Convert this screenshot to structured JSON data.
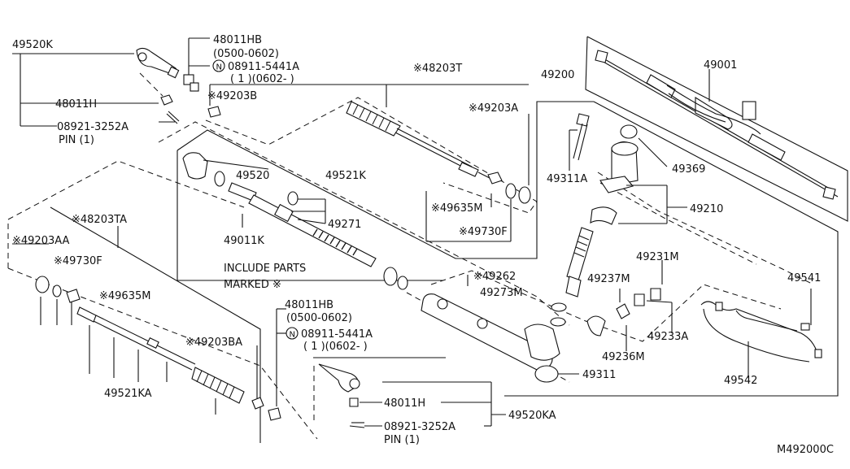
{
  "figure_code": "M492000C",
  "labels": {
    "p49520K": "49520K",
    "p48011H_top": "48011H",
    "p08921_top": "08921-3252A",
    "pin_top": "PIN (1)",
    "p48011HB_top": "48011HB",
    "p48011HB_top_range": "(0500-0602)",
    "p08911_top": "08911-5441A",
    "p08911_top_qty": "( 1 )(0602-    )",
    "p49203B": "※49203B",
    "p48203T": "※48203T",
    "p49203A": "※49203A",
    "p49520": "49520",
    "p49521K": "49521K",
    "p49635M_top": "※49635M",
    "p49730F_top": "※49730F",
    "p49271": "49271",
    "p49011K": "49011K",
    "include_1": "INCLUDE PARTS",
    "include_2": "MARKED ※",
    "p49200": "49200",
    "p49001": "49001",
    "p49369": "49369",
    "p49311A": "49311A",
    "p49210": "49210",
    "p49262": "※49262",
    "p49273M": "49273M",
    "p49231M": "49231M",
    "p49237M": "49237M",
    "p49233A": "49233A",
    "p49236M": "49236M",
    "p49311": "49311",
    "p49541": "49541",
    "p49542": "49542",
    "p48203TA": "※48203TA",
    "p49203AA": "※49203AA",
    "p49730F_bot": "※49730F",
    "p49635M_bot": "※49635M",
    "p49521KA": "49521KA",
    "p49203BA": "※49203BA",
    "p48011HB_bot": "48011HB",
    "p48011HB_bot_range": "(0500-0602)",
    "p08911_bot": "08911-5441A",
    "p08911_bot_qty": "( 1 )(0602-    )",
    "p48011H_bot": "48011H",
    "p49520KA": "49520KA",
    "p08921_bot": "08921-3252A",
    "pin_bot": "PIN (1)",
    "n_symbol": "N"
  }
}
